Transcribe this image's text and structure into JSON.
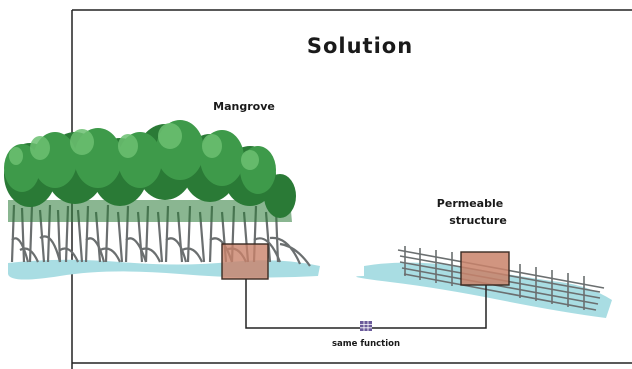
{
  "title": "Solution",
  "labels": {
    "mangrove": "Mangrove",
    "permeable_line1": "Permeable",
    "permeable_line2": "structure",
    "connector": "same function"
  },
  "icons": {
    "mangrove": "mangrove-forest-illustration",
    "structure": "permeable-structure-illustration",
    "connector_marker": "grid-icon"
  },
  "colors": {
    "foliage": "#3e9a4a",
    "foliage_light": "#6cc071",
    "foliage_dark": "#2a7a36",
    "trunk": "#6b6f70",
    "water": "#a9dde3",
    "highlight_box": "#c9826a",
    "marker": "#6a5a9a"
  }
}
